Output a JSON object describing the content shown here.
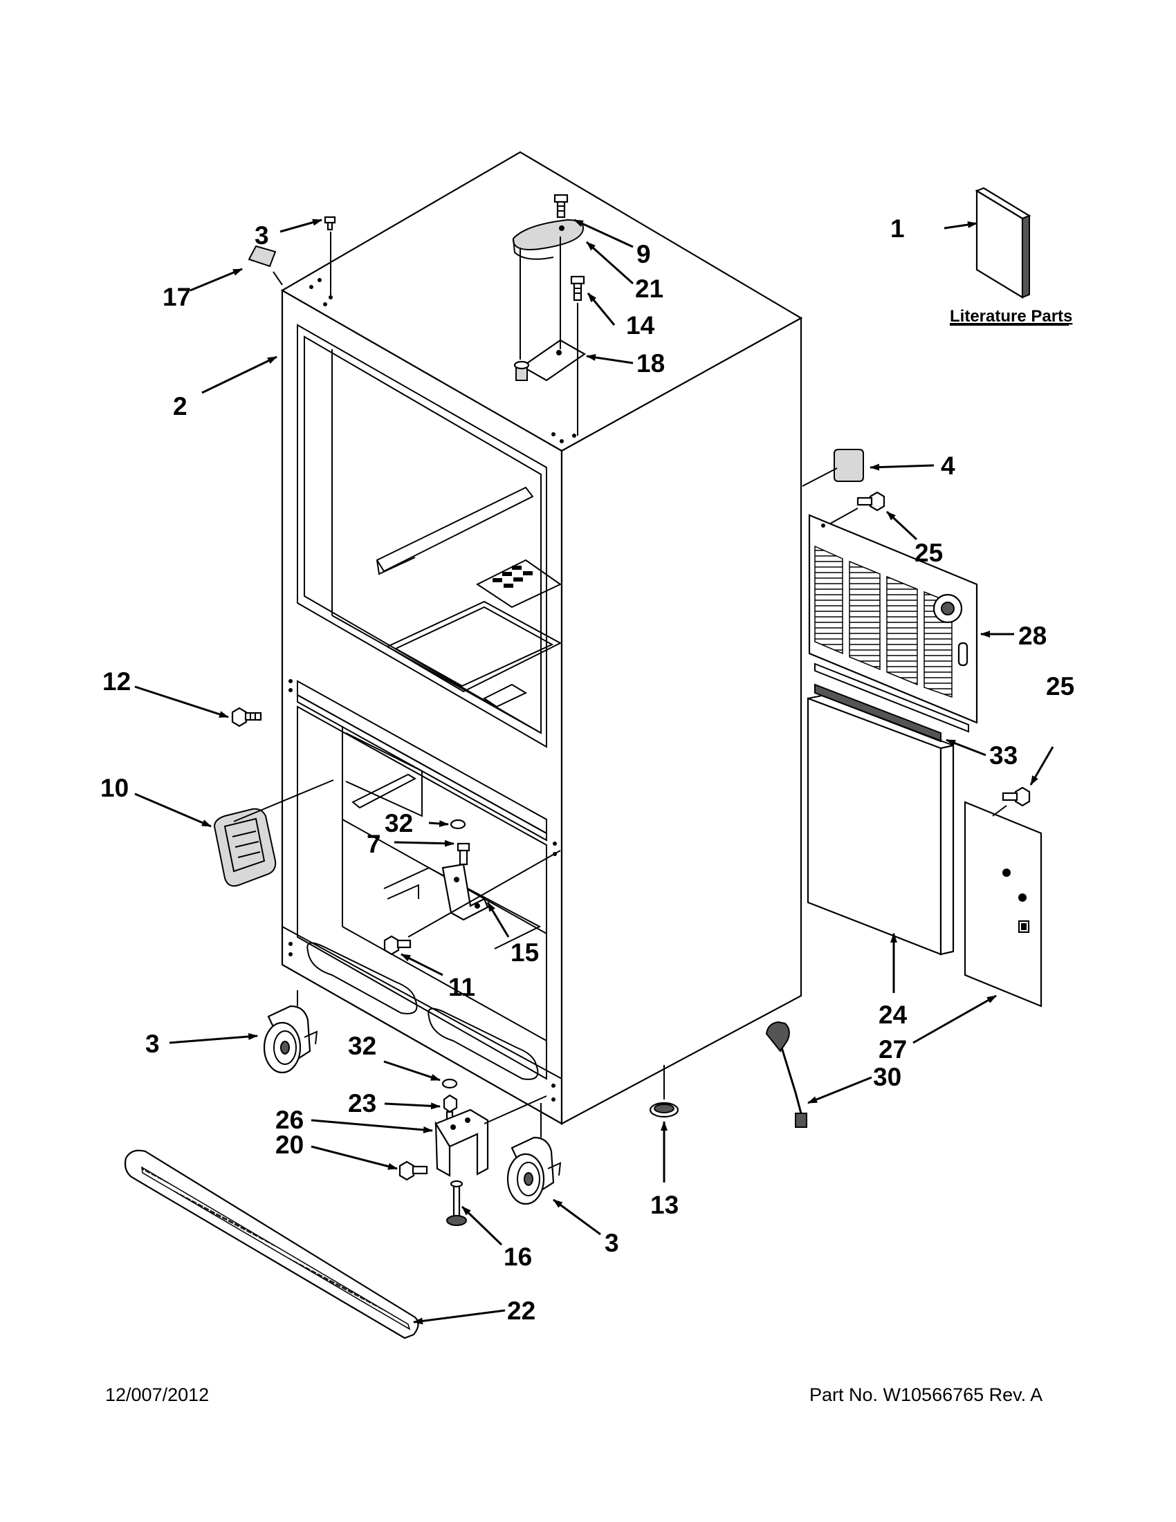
{
  "diagram": {
    "literature_label": "Literature Parts",
    "callouts": [
      {
        "id": "c1",
        "text": "1"
      },
      {
        "id": "c2",
        "text": "2"
      },
      {
        "id": "c3a",
        "text": "3"
      },
      {
        "id": "c3b",
        "text": "3"
      },
      {
        "id": "c3c",
        "text": "3"
      },
      {
        "id": "c4",
        "text": "4"
      },
      {
        "id": "c7",
        "text": "7"
      },
      {
        "id": "c9",
        "text": "9"
      },
      {
        "id": "c10",
        "text": "10"
      },
      {
        "id": "c11",
        "text": "11"
      },
      {
        "id": "c12",
        "text": "12"
      },
      {
        "id": "c13",
        "text": "13"
      },
      {
        "id": "c14",
        "text": "14"
      },
      {
        "id": "c15",
        "text": "15"
      },
      {
        "id": "c16",
        "text": "16"
      },
      {
        "id": "c17",
        "text": "17"
      },
      {
        "id": "c18",
        "text": "18"
      },
      {
        "id": "c20",
        "text": "20"
      },
      {
        "id": "c21",
        "text": "21"
      },
      {
        "id": "c22",
        "text": "22"
      },
      {
        "id": "c23",
        "text": "23"
      },
      {
        "id": "c24",
        "text": "24"
      },
      {
        "id": "c25a",
        "text": "25"
      },
      {
        "id": "c25b",
        "text": "25"
      },
      {
        "id": "c26",
        "text": "26"
      },
      {
        "id": "c27",
        "text": "27"
      },
      {
        "id": "c28",
        "text": "28"
      },
      {
        "id": "c30",
        "text": "30"
      },
      {
        "id": "c32a",
        "text": "32"
      },
      {
        "id": "c32b",
        "text": "32"
      },
      {
        "id": "c33",
        "text": "33"
      }
    ]
  },
  "footer": {
    "date": "12/007/2012",
    "part_number": "Part No.  W10566765  Rev.  A"
  }
}
